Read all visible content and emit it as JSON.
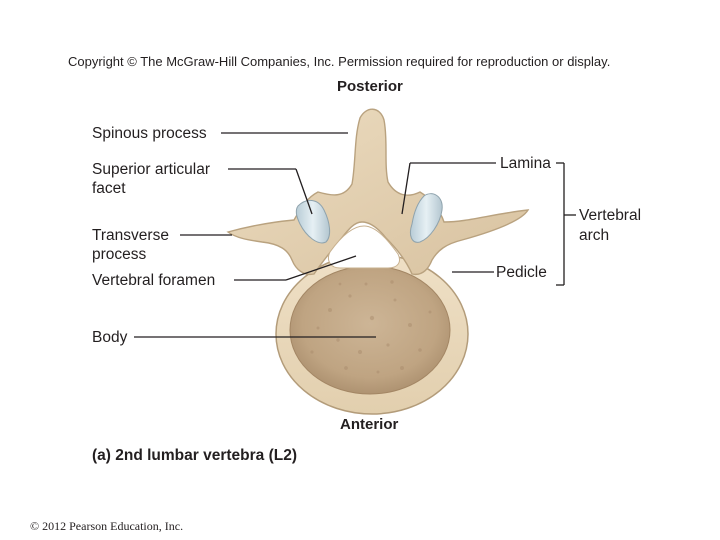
{
  "header": {
    "copyright": "Copyright © The McGraw-Hill Companies, Inc. Permission required for reproduction or display."
  },
  "orientation": {
    "posterior": "Posterior",
    "anterior": "Anterior"
  },
  "labels": {
    "spinous_process": "Spinous process",
    "superior_articular_line1": "Superior articular",
    "superior_articular_line2": "facet",
    "transverse_line1": "Transverse",
    "transverse_line2": "process",
    "vertebral_foramen": "Vertebral foramen",
    "body": "Body",
    "lamina": "Lamina",
    "vertebral_arch_line1": "Vertebral",
    "vertebral_arch_line2": "arch",
    "pedicle": "Pedicle"
  },
  "caption": "(a) 2nd lumbar vertebra (L2)",
  "footer": "© 2012 Pearson Education, Inc."
}
